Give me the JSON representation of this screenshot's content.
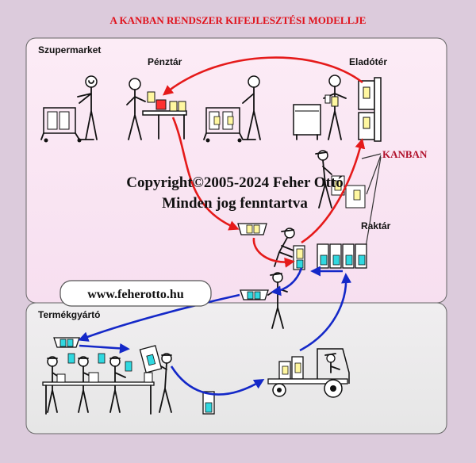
{
  "title": "A KANBAN RENDSZER KIFEJLESZTÉSI MODELLJE",
  "sections": {
    "supermarket": "Szupermarket",
    "manufacturer": "Termékgyártó"
  },
  "labels": {
    "cashier": "Pénztár",
    "sales_floor": "Eladótér",
    "warehouse": "Raktár",
    "kanban": "KANBAN"
  },
  "copyright": {
    "line1": "Copyright©2005-2024 Feher Ottó",
    "line2": "Minden jog fenntartva"
  },
  "website": "www.feherotto.hu",
  "colors": {
    "background": "#dccbdc",
    "supermarket_panel": "#fbe6f3",
    "manufacturer_panel": "#ececec",
    "title": "#e0101a",
    "red_flow": "#e51a1a",
    "blue_flow": "#1428c8",
    "product_yellow": "#fff7a0",
    "product_cyan": "#30d8e0"
  }
}
